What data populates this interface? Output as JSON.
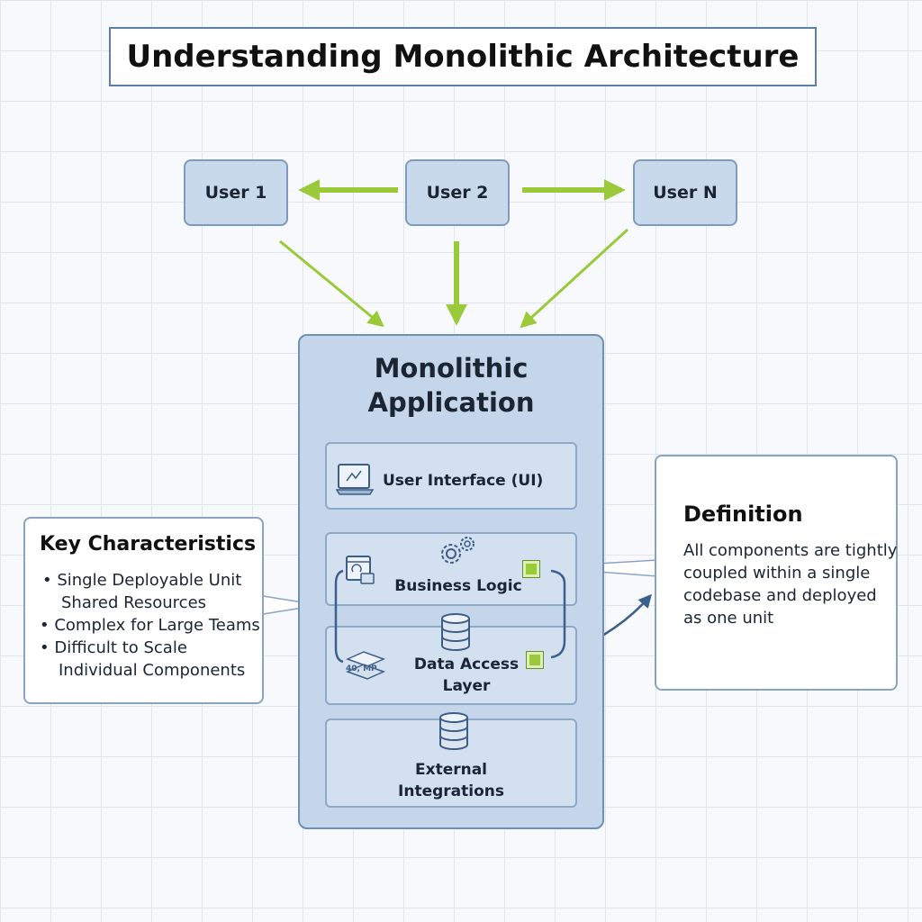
{
  "title": "Understanding Monolithic Architecture",
  "users": {
    "user1": "User 1",
    "user2": "User 2",
    "userN": "User N"
  },
  "app": {
    "title_line1": "Monolithic",
    "title_line2": "Application",
    "layers": {
      "ui": "User Interface (UI)",
      "business": "Business Logic",
      "data_line1": "Data Access",
      "data_line2": "Layer",
      "external_line1": "External",
      "external_line2": "Integrations"
    }
  },
  "key_characteristics": {
    "heading": "Key Characteristics",
    "items": [
      "Single Deployable Unit",
      "Shared Resources",
      "Complex for Large Teams",
      "Difficult to Scale",
      "Individual Components"
    ]
  },
  "definition": {
    "heading": "Definition",
    "text": "All components are tightly coupled within a single codebase and deployed as one unit"
  },
  "icon_caption": "40, MP",
  "colors": {
    "arrow_green": "#9ac93a",
    "box_fill": "#c5d6ea",
    "box_border": "#6e8fb6",
    "connector_blue": "#3d5f90"
  },
  "icons": [
    "monitor-icon",
    "gear-icon",
    "window-icon",
    "database-icon",
    "layers-icon"
  ]
}
